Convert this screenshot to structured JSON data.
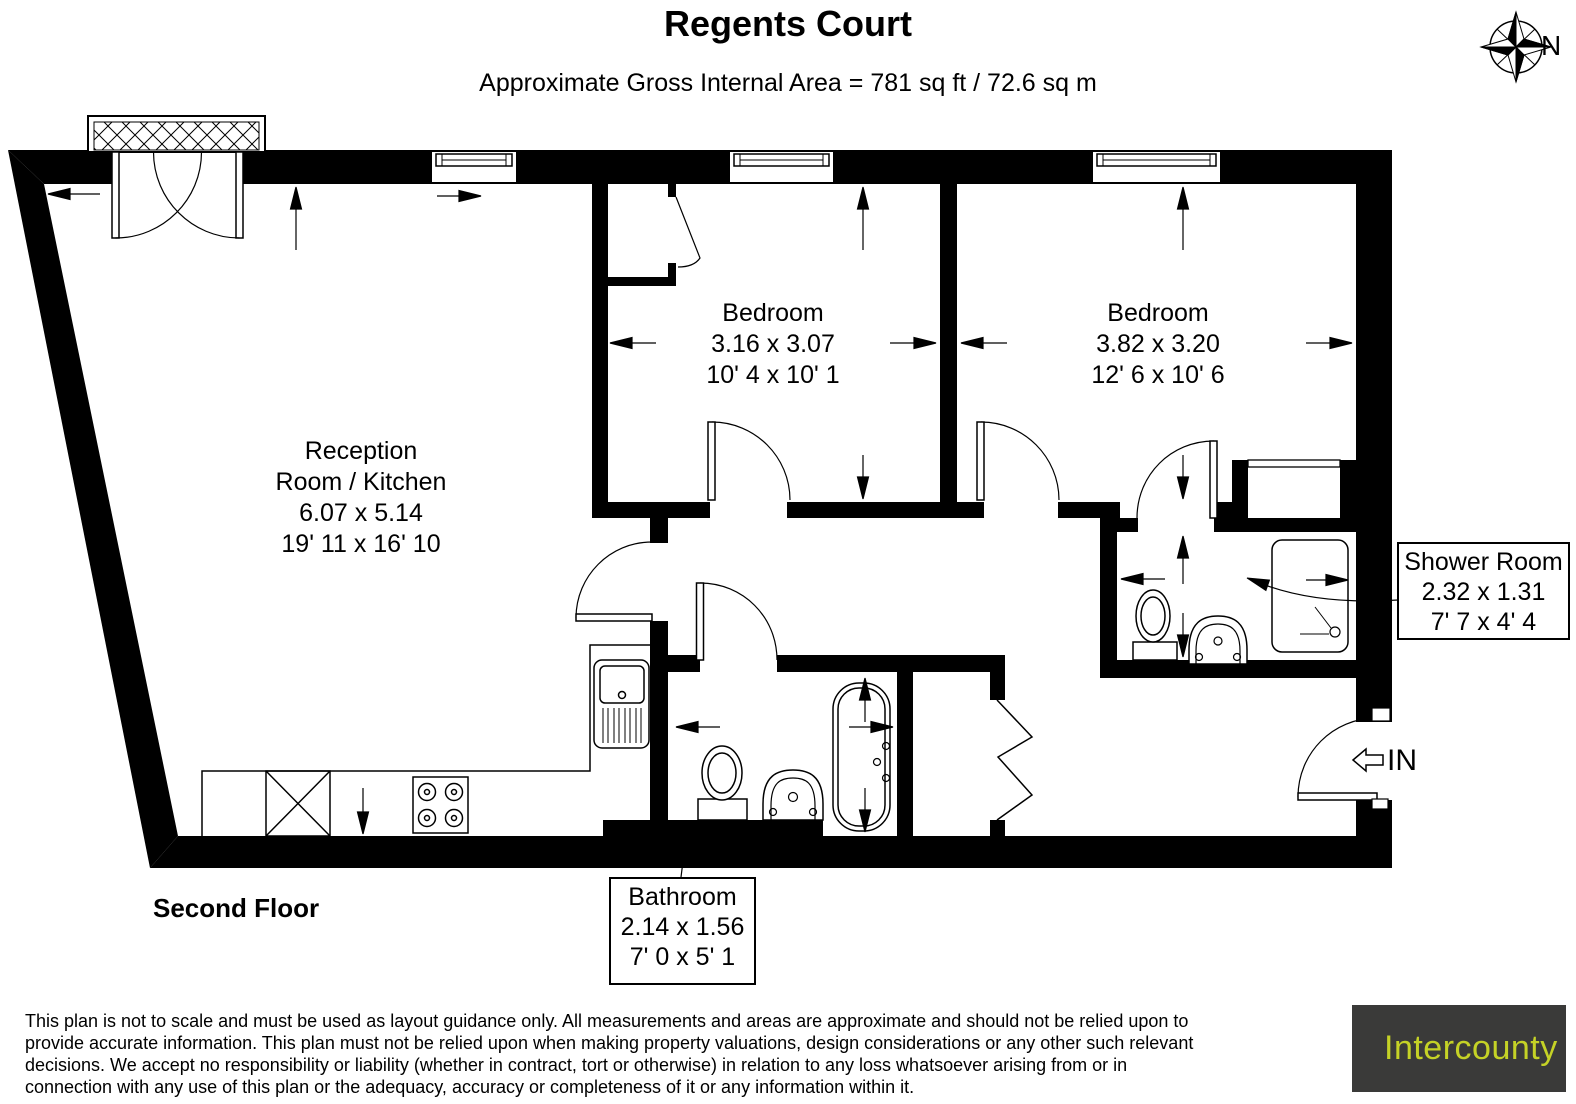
{
  "title": "Regents Court",
  "subtitle": "Approximate Gross Internal Area = 781 sq ft / 72.6 sq m",
  "floor_label": "Second Floor",
  "compass": {
    "north_label": "N"
  },
  "entrance": {
    "label": "IN"
  },
  "rooms": {
    "reception": {
      "line1": "Reception",
      "line2": "Room / Kitchen",
      "metric": "6.07 x 5.14",
      "imperial": "19' 11 x 16' 10"
    },
    "bedroom_1": {
      "name": "Bedroom",
      "metric": "3.16 x 3.07",
      "imperial": "10' 4 x 10' 1"
    },
    "bedroom_2": {
      "name": "Bedroom",
      "metric": "3.82 x 3.20",
      "imperial": "12' 6 x 10' 6"
    },
    "shower_room": {
      "name": "Shower Room",
      "metric": "2.32 x 1.31",
      "imperial": "7' 7 x 4' 4"
    },
    "bathroom": {
      "name": "Bathroom",
      "metric": "2.14 x 1.56",
      "imperial": "7' 0 x 5' 1"
    }
  },
  "disclaimer_lines": [
    "This plan is not to scale and must be used as layout guidance only. All measurements and areas are approximate and should not be relied upon to",
    "provide accurate information. This plan must not be relied upon when making property valuations, design considerations or any other such relevant",
    "decisions. We accept no responsibility or liability (whether in contract, tort or otherwise) in relation to any loss whatsoever arising from or in",
    "connection with any use of this plan or the adequacy, accuracy or completeness of it or any information within it."
  ],
  "branding": {
    "name": "Intercounty",
    "background": "#3a3a39",
    "text_color": "#c5d226"
  },
  "colors": {
    "plan_line": "#000000",
    "background": "#ffffff"
  }
}
